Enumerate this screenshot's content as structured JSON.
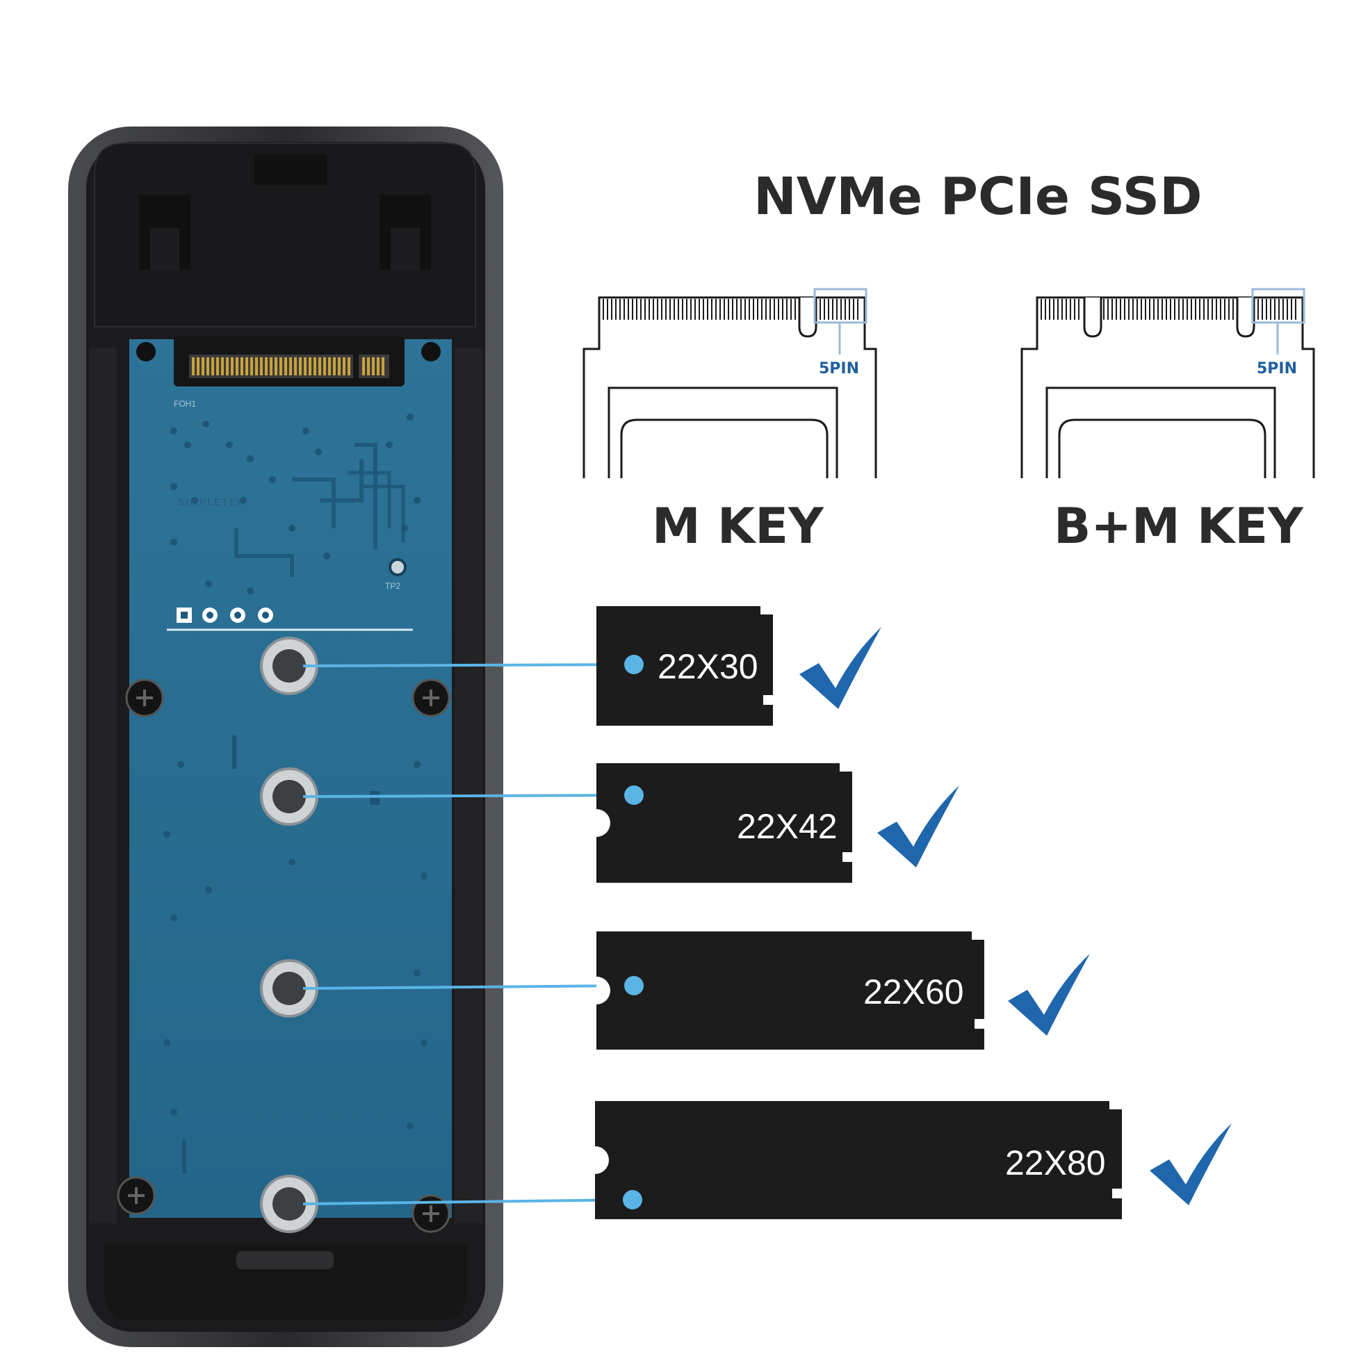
{
  "title": "NVMe PCIe SSD",
  "keys": [
    {
      "label": "M KEY",
      "pin_label": "5PIN"
    },
    {
      "label": "B+M KEY",
      "pin_label": "5PIN"
    }
  ],
  "sizes": [
    {
      "label": "22X30",
      "supported": true
    },
    {
      "label": "22X42",
      "supported": true
    },
    {
      "label": "22X60",
      "supported": true
    },
    {
      "label": "22X80",
      "supported": true
    }
  ],
  "board": {
    "brand": "SIMPLETEK",
    "silk_j1": "FOH1",
    "silk_tp2": "TP2"
  },
  "colors": {
    "pcb": "#2a6f93",
    "enclosure": "#1f1f21",
    "ssd": "#1c1c1c",
    "accent": "#1f66ad",
    "pointer": "#5ab4e6"
  }
}
